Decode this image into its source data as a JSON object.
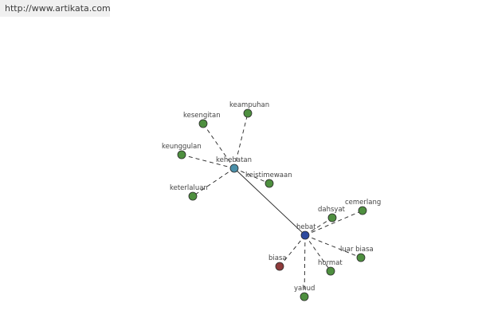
{
  "banner": {
    "url": "http://www.artikata.com"
  },
  "colors": {
    "synonym_node": "#4e8f3f",
    "root_node": "#2d4a9e",
    "hub_node": "#4a8fa8",
    "antonym_node": "#8e3b3b",
    "edge": "#222222"
  },
  "graph": {
    "root": {
      "id": "hebat",
      "label": "hebat",
      "kind": "root"
    },
    "nodes": [
      {
        "id": "kehebatan",
        "label": "kehebatan",
        "kind": "hub"
      },
      {
        "id": "kesengitan",
        "label": "kesengitan",
        "kind": "synonym"
      },
      {
        "id": "keampuhan",
        "label": "keampuhan",
        "kind": "synonym"
      },
      {
        "id": "keunggulan",
        "label": "keunggulan",
        "kind": "synonym"
      },
      {
        "id": "keistimewaan",
        "label": "keistimewaan",
        "kind": "synonym"
      },
      {
        "id": "keterlaluan",
        "label": "keterlaluan",
        "kind": "synonym"
      },
      {
        "id": "dahsyat",
        "label": "dahsyat",
        "kind": "synonym"
      },
      {
        "id": "cemerlang",
        "label": "cemerlang",
        "kind": "synonym"
      },
      {
        "id": "luar-biasa",
        "label": "luar biasa",
        "kind": "synonym"
      },
      {
        "id": "hormat",
        "label": "hormat",
        "kind": "synonym"
      },
      {
        "id": "biasa",
        "label": "biasa",
        "kind": "antonym"
      },
      {
        "id": "yahud",
        "label": "yahud",
        "kind": "synonym"
      }
    ],
    "edges": [
      {
        "from": "hebat",
        "to": "kehebatan",
        "style": "solid"
      },
      {
        "from": "kehebatan",
        "to": "kesengitan",
        "style": "dashed"
      },
      {
        "from": "kehebatan",
        "to": "keampuhan",
        "style": "dashed"
      },
      {
        "from": "kehebatan",
        "to": "keunggulan",
        "style": "dashed"
      },
      {
        "from": "kehebatan",
        "to": "keistimewaan",
        "style": "dashed"
      },
      {
        "from": "kehebatan",
        "to": "keterlaluan",
        "style": "dashed"
      },
      {
        "from": "hebat",
        "to": "dahsyat",
        "style": "dashed"
      },
      {
        "from": "hebat",
        "to": "cemerlang",
        "style": "dashed"
      },
      {
        "from": "hebat",
        "to": "luar-biasa",
        "style": "dashed"
      },
      {
        "from": "hebat",
        "to": "hormat",
        "style": "dashed"
      },
      {
        "from": "hebat",
        "to": "biasa",
        "style": "dashed"
      },
      {
        "from": "hebat",
        "to": "yahud",
        "style": "dashed"
      }
    ]
  }
}
